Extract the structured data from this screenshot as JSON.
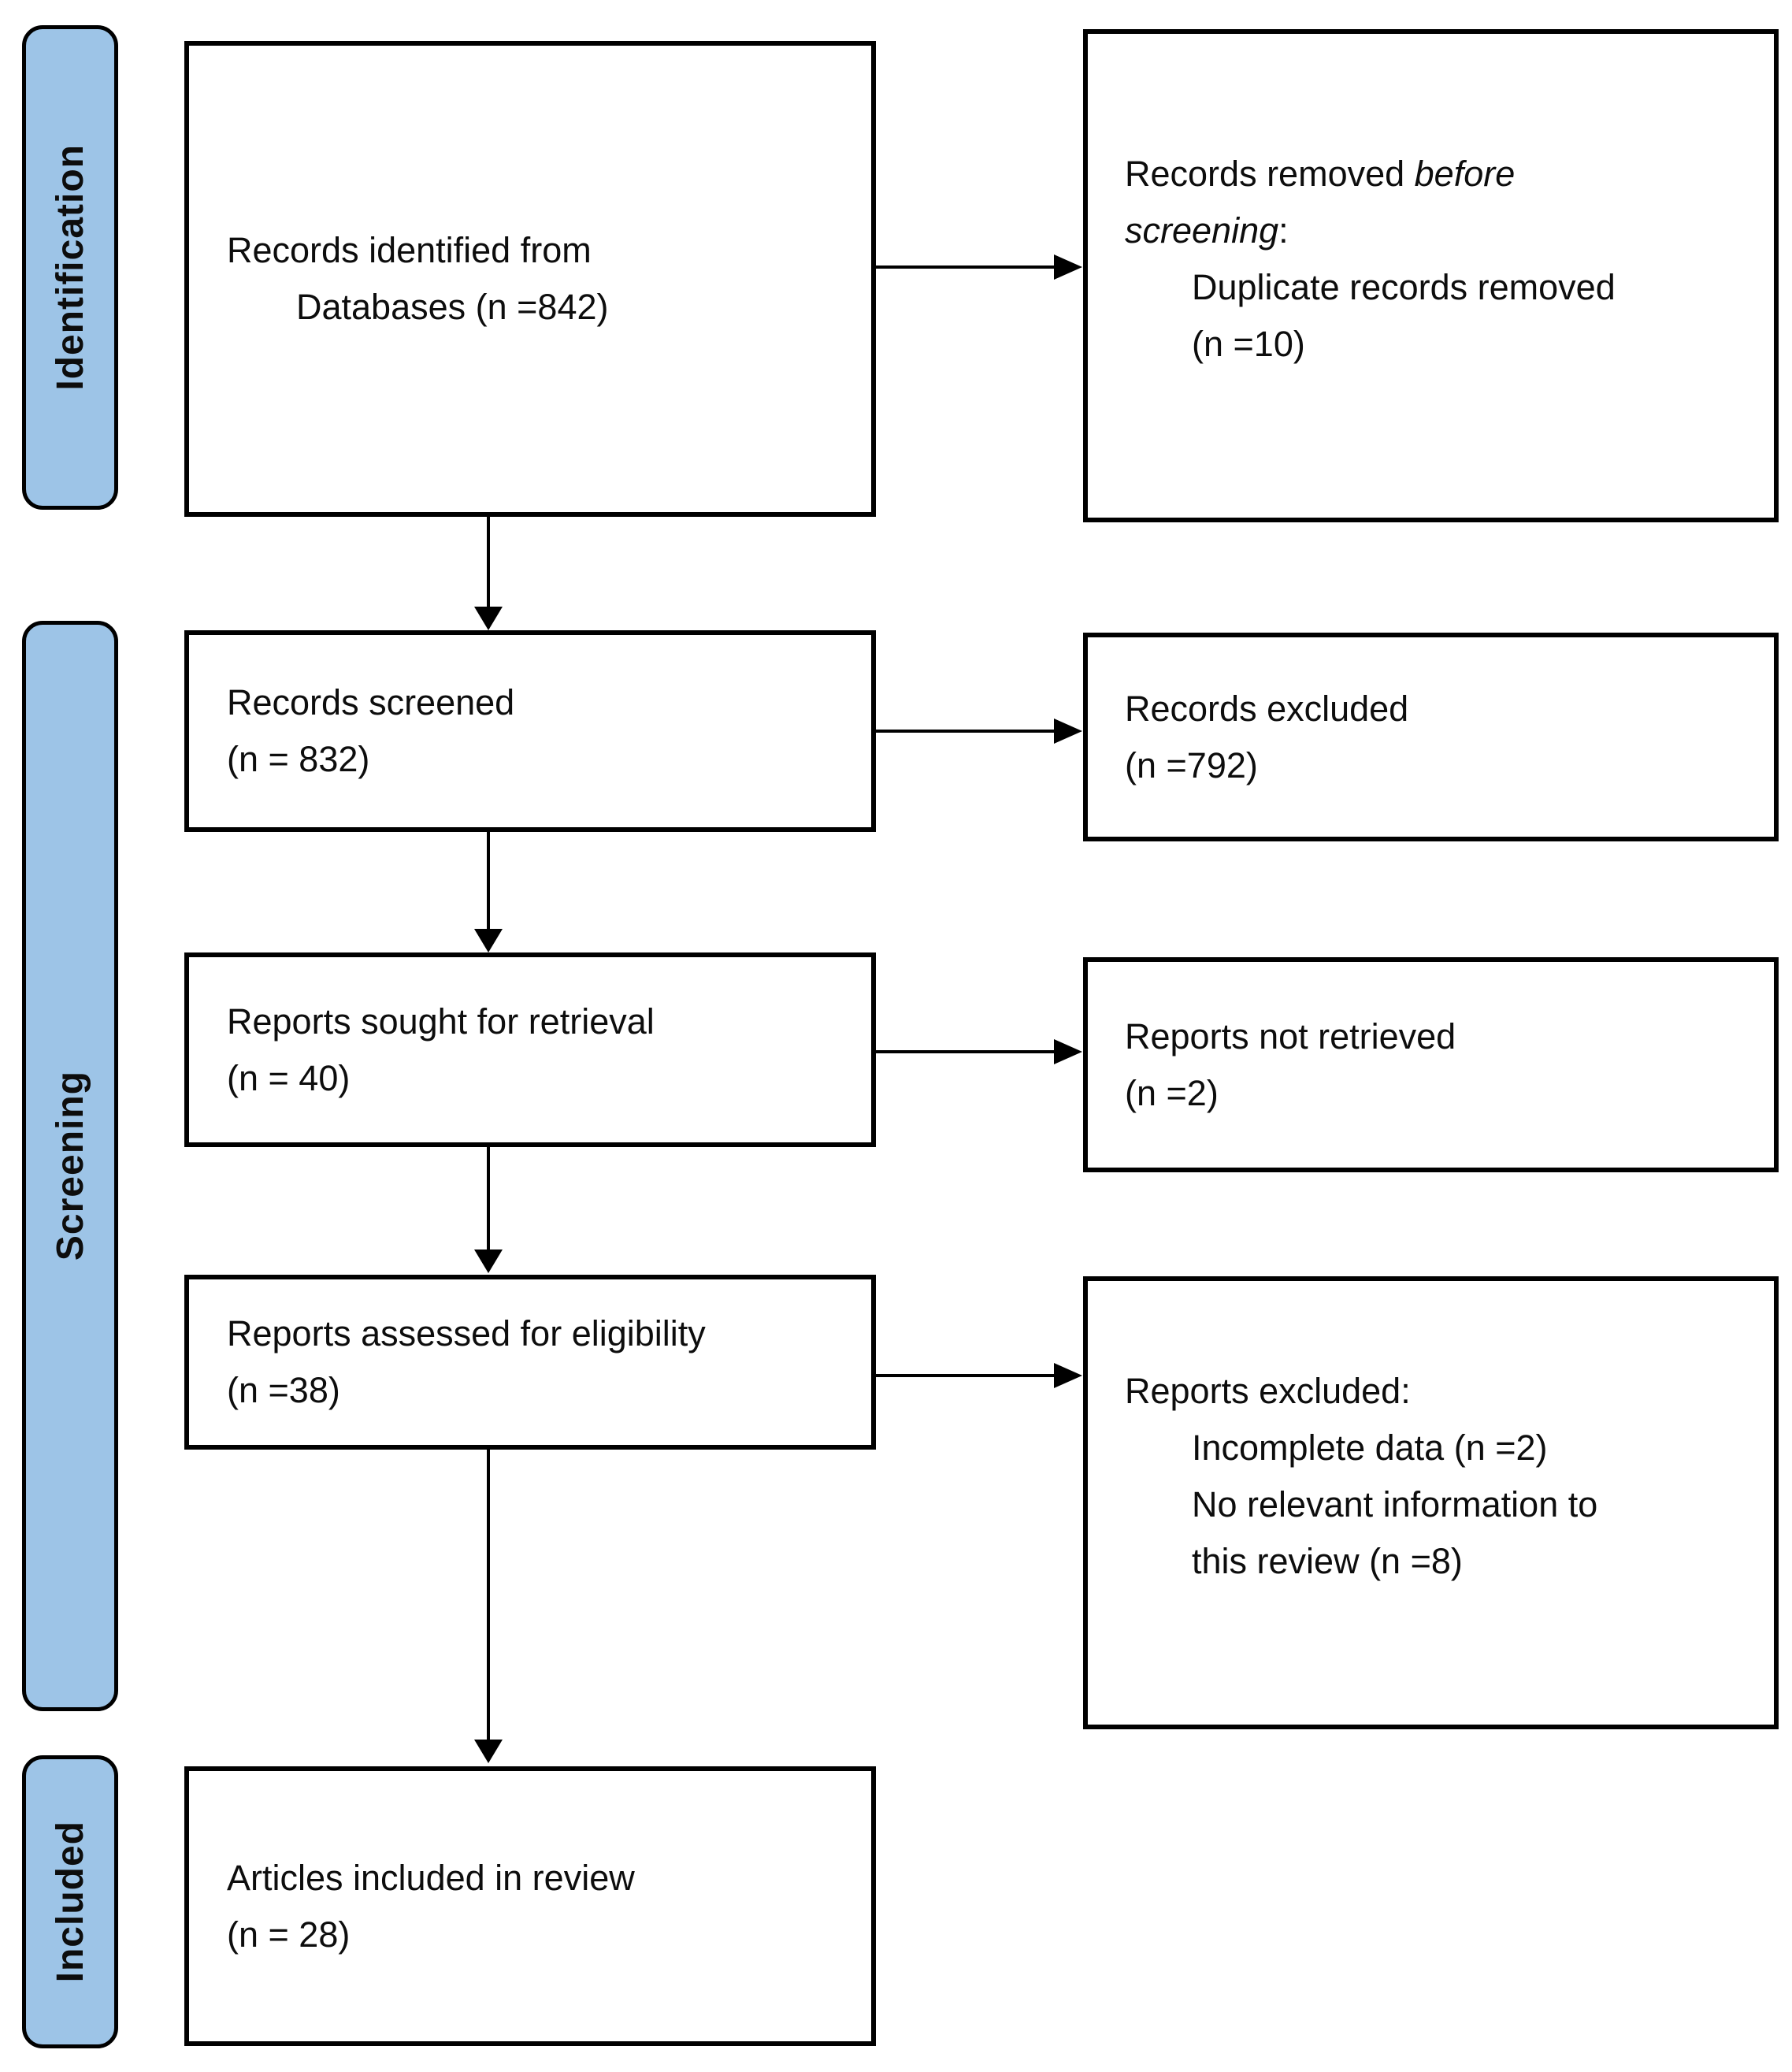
{
  "colors": {
    "stage_fill": "#9DC4E7",
    "line_color": "#000000",
    "box_fill": "#FFFFFF"
  },
  "stages": {
    "identification": "Identification",
    "screening": "Screening",
    "included": "Included"
  },
  "boxes": {
    "identified": {
      "line1": "Records identified from",
      "line2": "Databases (n =842)"
    },
    "records_removed": {
      "regular_part": "Records removed ",
      "italic_line1": "before",
      "italic_line2": "screening",
      "colon": ":",
      "reason_lines": [
        "Duplicate records removed",
        "(n =10)"
      ]
    },
    "screened": {
      "lines": [
        "Records screened",
        "(n = 832)"
      ]
    },
    "records_excluded": {
      "lines": [
        "Records excluded",
        "(n =792)"
      ]
    },
    "sought": {
      "lines": [
        "Reports sought for retrieval",
        "(n = 40)"
      ]
    },
    "not_retrieved": {
      "lines": [
        "Reports not retrieved",
        "(n =2)"
      ]
    },
    "assessed": {
      "lines": [
        "Reports assessed for eligibility",
        "(n =38)"
      ]
    },
    "reports_excluded": {
      "heading": "Reports excluded:",
      "reason_lines": [
        "Incomplete data (n =2)",
        "No relevant information to",
        "this review (n =8)"
      ]
    },
    "included_articles": {
      "lines": [
        "Articles included in review",
        "(n = 28)"
      ]
    }
  }
}
